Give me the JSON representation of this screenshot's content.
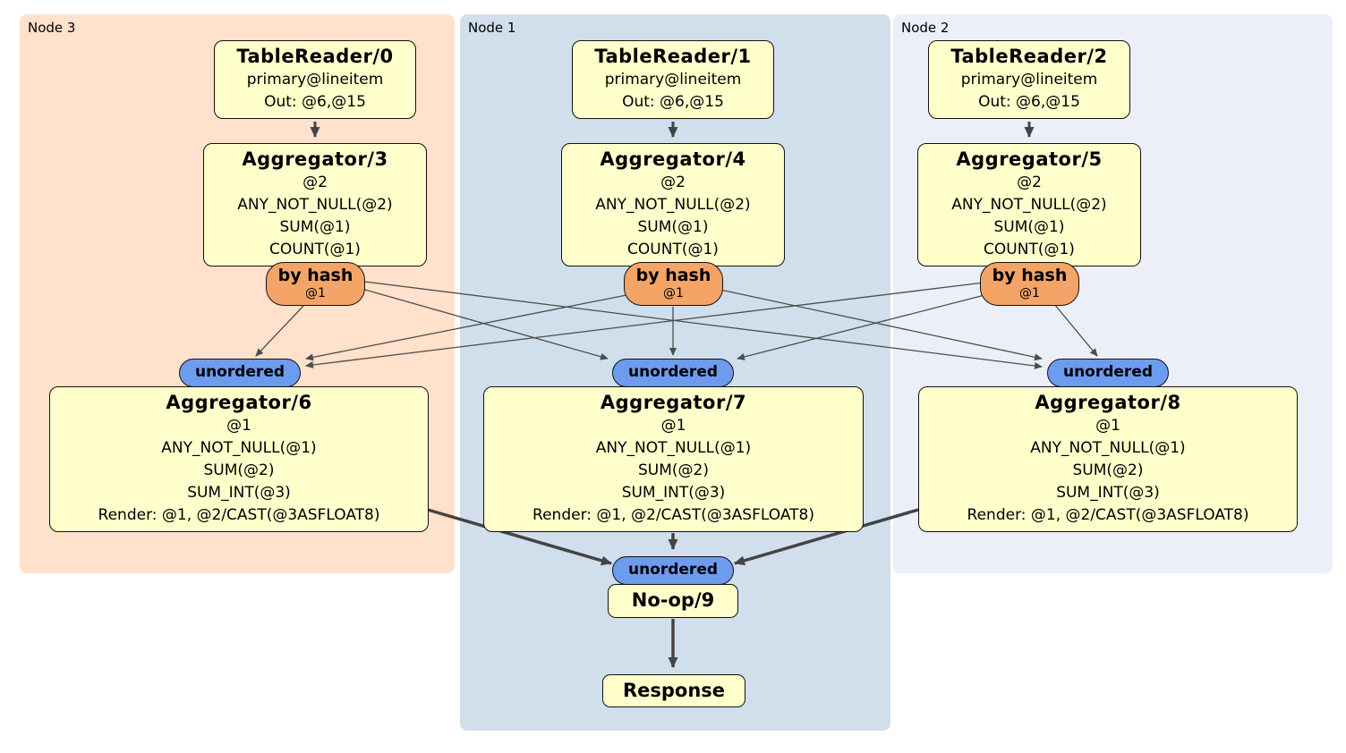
{
  "groups": [
    {
      "label": "Node 3",
      "table_reader": {
        "title": "TableReader/0",
        "lines": [
          "primary@lineitem",
          "Out: @6,@15"
        ]
      },
      "aggregator_top": {
        "title": "Aggregator/3",
        "lines": [
          "@2",
          "ANY_NOT_NULL(@2)",
          "SUM(@1)",
          "COUNT(@1)"
        ]
      },
      "router": {
        "label": "by hash",
        "detail": "@1"
      },
      "sync": {
        "label": "unordered"
      },
      "aggregator_bottom": {
        "title": "Aggregator/6",
        "lines": [
          "@1",
          "ANY_NOT_NULL(@1)",
          "SUM(@2)",
          "SUM_INT(@3)",
          "Render: @1, @2/CAST(@3ASFLOAT8)"
        ]
      }
    },
    {
      "label": "Node 1",
      "table_reader": {
        "title": "TableReader/1",
        "lines": [
          "primary@lineitem",
          "Out: @6,@15"
        ]
      },
      "aggregator_top": {
        "title": "Aggregator/4",
        "lines": [
          "@2",
          "ANY_NOT_NULL(@2)",
          "SUM(@1)",
          "COUNT(@1)"
        ]
      },
      "router": {
        "label": "by hash",
        "detail": "@1"
      },
      "sync": {
        "label": "unordered"
      },
      "aggregator_bottom": {
        "title": "Aggregator/7",
        "lines": [
          "@1",
          "ANY_NOT_NULL(@1)",
          "SUM(@2)",
          "SUM_INT(@3)",
          "Render: @1, @2/CAST(@3ASFLOAT8)"
        ]
      }
    },
    {
      "label": "Node 2",
      "table_reader": {
        "title": "TableReader/2",
        "lines": [
          "primary@lineitem",
          "Out: @6,@15"
        ]
      },
      "aggregator_top": {
        "title": "Aggregator/5",
        "lines": [
          "@2",
          "ANY_NOT_NULL(@2)",
          "SUM(@1)",
          "COUNT(@1)"
        ]
      },
      "router": {
        "label": "by hash",
        "detail": "@1"
      },
      "sync": {
        "label": "unordered"
      },
      "aggregator_bottom": {
        "title": "Aggregator/8",
        "lines": [
          "@1",
          "ANY_NOT_NULL(@1)",
          "SUM(@2)",
          "SUM_INT(@3)",
          "Render: @1, @2/CAST(@3ASFLOAT8)"
        ]
      }
    }
  ],
  "final_chain": {
    "sync_label": "unordered",
    "noop_title": "No-op/9",
    "response_title": "Response"
  },
  "colors": {
    "node3_bg": "#ffe1cc",
    "node1_bg": "#d0dfeb",
    "node2_bg": "#eceff8",
    "box_bg": "#ffffcc",
    "box_border": "#111111",
    "router_bg": "#f4a466",
    "sync_bg": "#6d9bed",
    "edge": "#4d4d4d"
  }
}
